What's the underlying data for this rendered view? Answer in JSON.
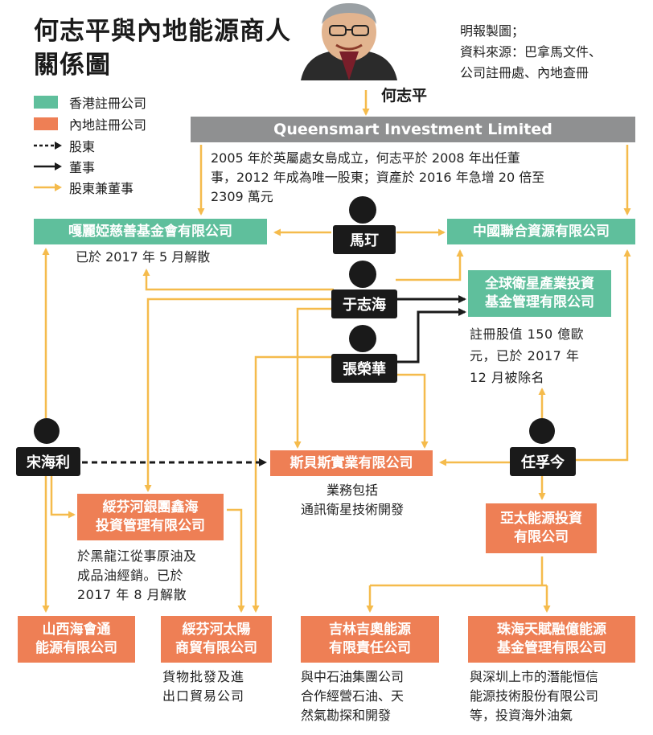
{
  "title_lines": [
    "何志平與內地能源商人",
    "關係圖"
  ],
  "credit_lines": [
    "明報製圖；",
    "資料來源：巴拿馬文件、",
    "公司註冊處、內地查冊"
  ],
  "legend": {
    "hk": "香港註冊公司",
    "ml": "內地註冊公司",
    "shareholder": "股東",
    "director": "董事",
    "both": "股東兼董事",
    "colors": {
      "hk": "#5fbf9c",
      "ml": "#ee7f55",
      "shareholder": "#1a1a1a",
      "director": "#1a1a1a",
      "both": "#f5bb4c"
    }
  },
  "persons": {
    "ho": "何志平",
    "ma": "馬玎",
    "yu": "于志海",
    "zhang": "張榮華",
    "song": "宋海利",
    "ren": "任孚今"
  },
  "companies": {
    "queensmart": "Queensmart Investment Limited",
    "gali": "嘎麗婭慈善基金會有限公司",
    "china_united": "中國聯合資源有限公司",
    "global_sat": [
      "全球衛星產業投資",
      "基金管理有限公司"
    ],
    "spex": "斯貝斯實業有限公司",
    "suifen_silver": [
      "綏芬河銀團鑫海",
      "投資管理有限公司"
    ],
    "asia_pac": [
      "亞太能源投資",
      "有限公司"
    ],
    "shanxi": [
      "山西海會通",
      "能源有限公司"
    ],
    "suifen_sun": [
      "綏芬河太陽",
      "商貿有限公司"
    ],
    "jilin": [
      "吉林吉奧能源",
      "有限責任公司"
    ],
    "zhuhai": [
      "珠海天賦融億能源",
      "基金管理有限公司"
    ]
  },
  "notes": {
    "queensmart": [
      "2005 年於英屬處女島成立，何志平於 2008 年出任董",
      "事，2012 年成為唯一股東；資產於 2016 年急增 20 倍至",
      "2309 萬元"
    ],
    "gali": "已於 2017 年 5 月解散",
    "global_sat": [
      "註冊股值 150 億歐",
      "元，已於 2017 年",
      "12 月被除名"
    ],
    "spex": [
      "業務包括",
      "通訊衛星技術開發"
    ],
    "suifen_silver": [
      "於黑龍江從事原油及",
      "成品油經銷。已於",
      "2017 年 8 月解散"
    ],
    "suifen_sun": [
      "貨物批發及進",
      "出口貿易公司"
    ],
    "jilin": [
      "與中石油集團公司",
      "合作經營石油、天",
      "然氣勘探和開發"
    ],
    "zhuhai": [
      "與深圳上市的潛能恒信",
      "能源技術股份有限公司",
      "等，投資海外油氣"
    ]
  }
}
